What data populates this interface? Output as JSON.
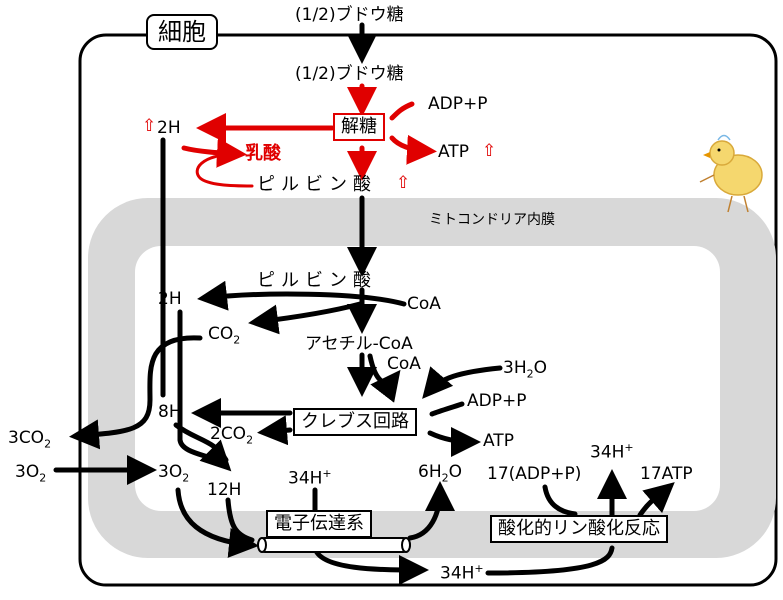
{
  "labels": {
    "cell": "細胞",
    "glucose_in": "(1/2)ブドウ糖",
    "glucose": "(1/2)ブドウ糖",
    "glycolysis": "解糖",
    "adp_p_top": "ADP+P",
    "atp_top": "ATP",
    "h2_top": "2H",
    "lactic_acid": "乳酸",
    "pyruvate_top": "ピルビン酸",
    "membrane": "ミトコンドリア内膜",
    "pyruvate_mito": "ピルビン酸",
    "h2_mito": "2H",
    "coa_1": "CoA",
    "co2": "CO",
    "co2_sub": "2",
    "acetyl_coa": "アセチル-CoA",
    "coa_2": "CoA",
    "h2o_3": "3H",
    "h2o_3_sub": "2",
    "h2o_3_o": "O",
    "adp_p_mid": "ADP+P",
    "h8": "8H",
    "krebs": "クレブス回路",
    "co2_2": "2CO",
    "co2_2_sub": "2",
    "atp_mid": "ATP",
    "co2_3": "3CO",
    "co2_3_sub": "2",
    "o2_3_out": "3O",
    "o2_3_out_sub": "2",
    "o2_3_in": "3O",
    "o2_3_in_sub": "2",
    "h12": "12H",
    "h34_top": "34H",
    "h34_top_sup": "+",
    "h2o_6": "6H",
    "h2o_6_sub": "2",
    "h2o_6_o": "O",
    "adp_p_17": "17(ADP+P)",
    "h34_right": "34H",
    "h34_right_sup": "+",
    "atp_17": "17ATP",
    "electron_transport": "電子伝達系",
    "oxphos": "酸化的リン酸化反応",
    "h34_bottom": "34H",
    "h34_bottom_sup": "+"
  },
  "colors": {
    "accent_red": "#e00000",
    "membrane_gray": "#d8d8d8",
    "cell_border": "#000000"
  }
}
